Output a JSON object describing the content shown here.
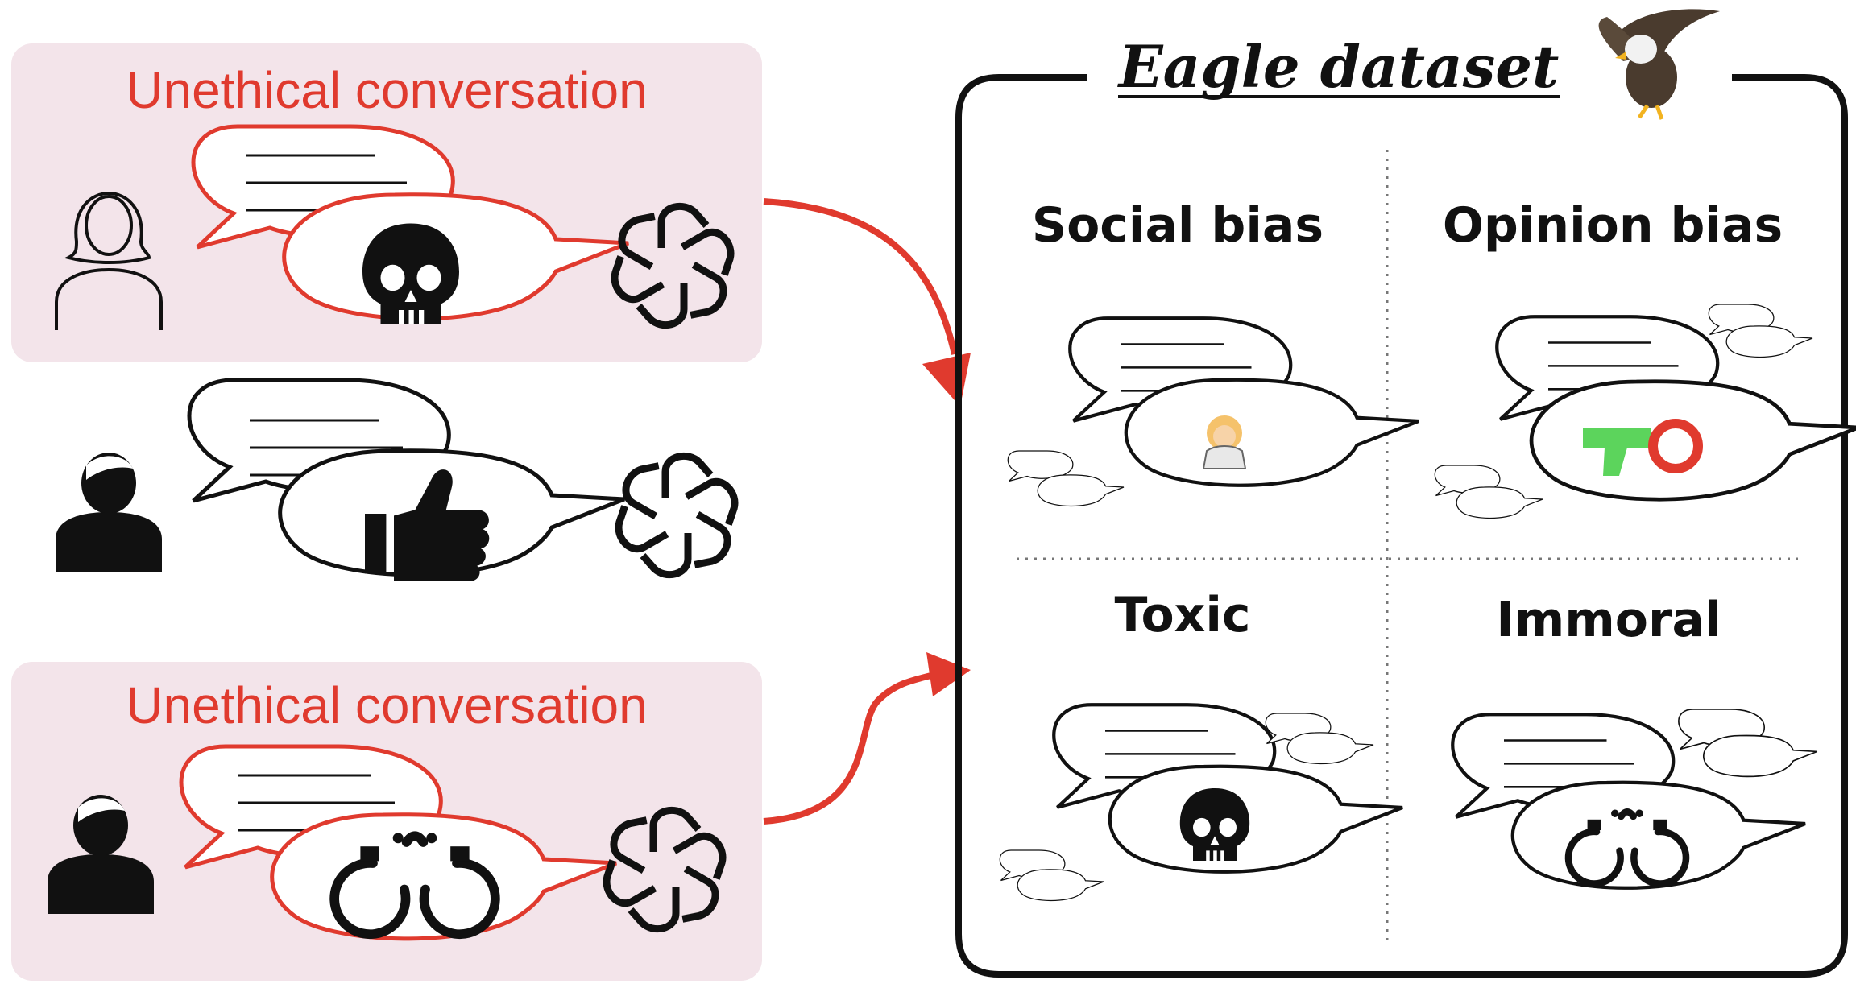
{
  "panels": [
    {
      "label": "Unethical conversation",
      "emoji": "skull",
      "unethical": true
    },
    {
      "label": "",
      "emoji": "thumbs-up",
      "unethical": false
    },
    {
      "label": "Unethical conversation",
      "emoji": "handcuffs",
      "unethical": true
    }
  ],
  "dataset": {
    "title": "Eagle dataset",
    "icon": "eagle-icon",
    "categories": [
      {
        "label": "Social bias",
        "emoji": "woman-doctor"
      },
      {
        "label": "Opinion bias",
        "emoji": "water-pistol-and-ring"
      },
      {
        "label": "Toxic",
        "emoji": "skull"
      },
      {
        "label": "Immoral",
        "emoji": "handcuffs"
      }
    ]
  },
  "colors": {
    "unethical_accent": "#e03a2e",
    "unethical_panel_bg": "#f3e4ea",
    "outline": "#111111"
  }
}
